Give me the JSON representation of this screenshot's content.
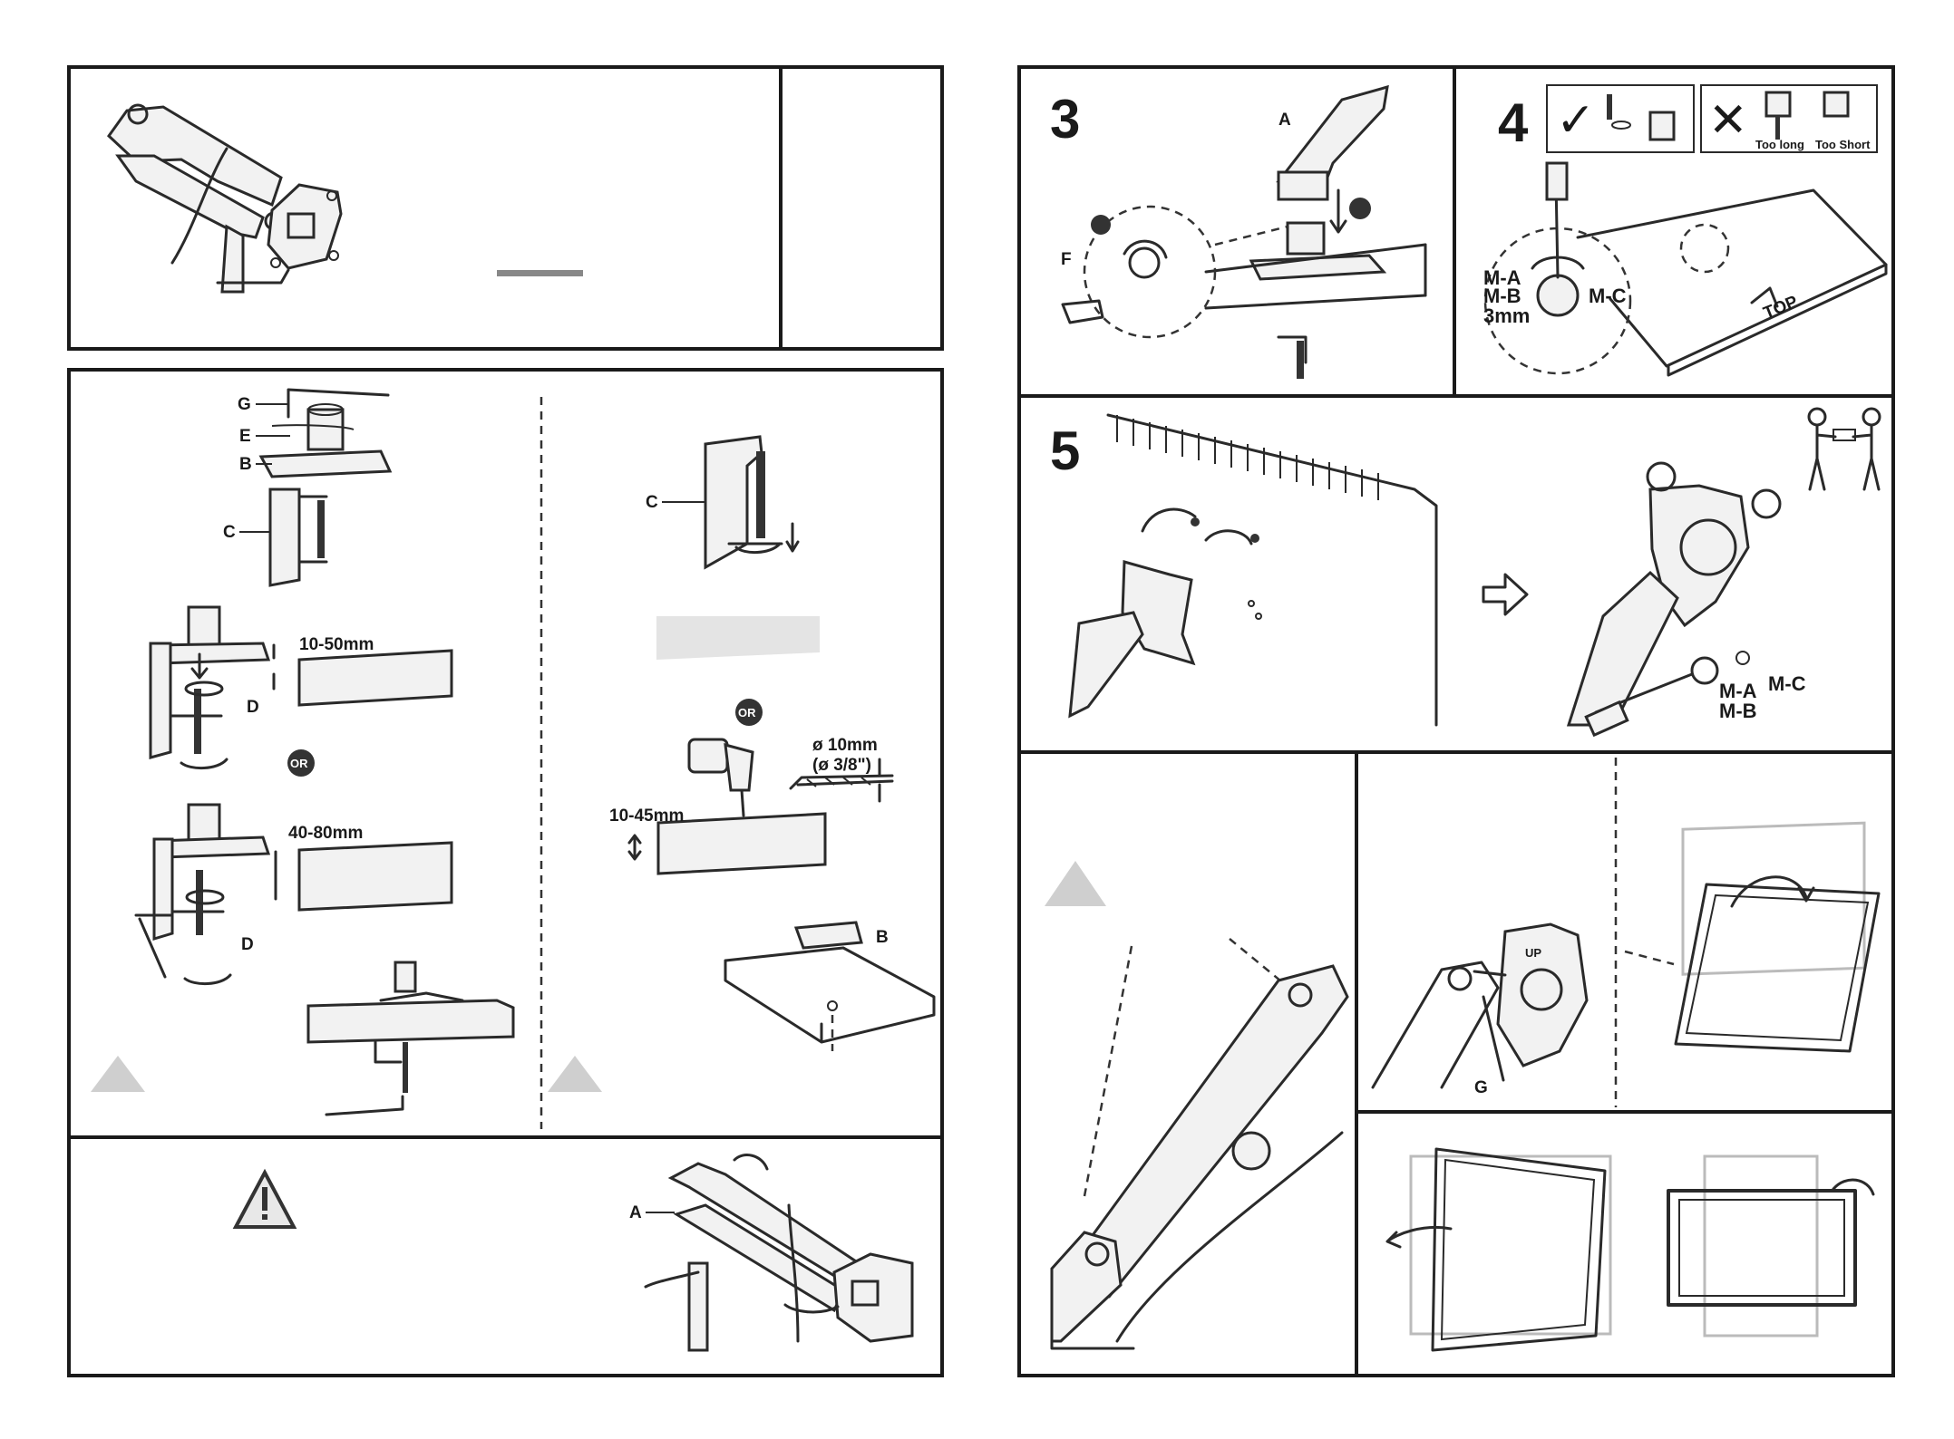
{
  "parts": {
    "a": "A",
    "b": "B",
    "c": "C",
    "d": "D",
    "e": "E",
    "f": "F",
    "g": "G"
  },
  "hardware": {
    "ma": "M-A",
    "mb": "M-B",
    "mc": "M-C",
    "len": "3mm"
  },
  "desk": {
    "thin_range": "10-50mm",
    "thick_range": "40-80mm",
    "grommet_range": "10-45mm",
    "drill_mm": "ø 10mm",
    "drill_in": "(ø 3/8\")",
    "or": "OR"
  },
  "steps": {
    "three": "3",
    "four": "4",
    "five": "5"
  },
  "screw_check": {
    "too_long": "Too long",
    "too_short": "Too Short",
    "ok": "✓",
    "bad": "✕"
  },
  "top_label": "TOP",
  "up_label": "UP",
  "warning_icon": "warning-triangle-icon"
}
